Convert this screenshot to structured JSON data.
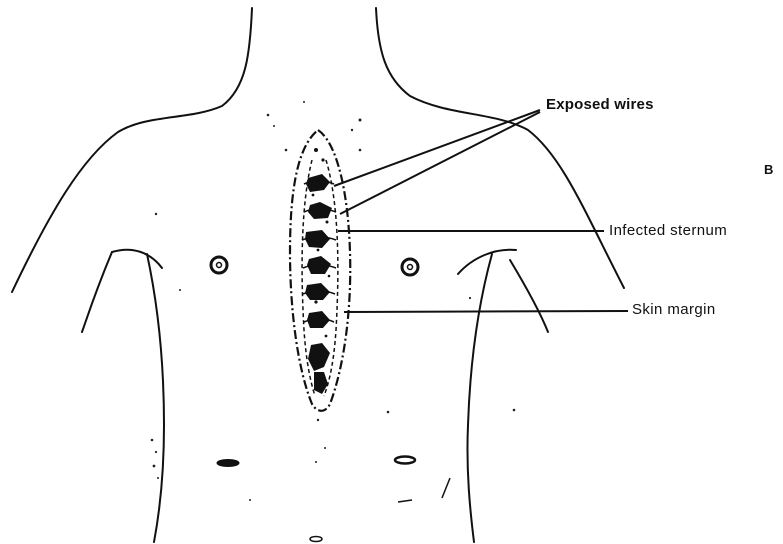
{
  "figure": {
    "panel_letter": "B",
    "labels": {
      "exposed_wires": "Exposed wires",
      "infected_sternum": "Infected sternum",
      "skin_margin": "Skin margin"
    }
  },
  "colors": {
    "ink": "#111111",
    "background": "#ffffff"
  }
}
